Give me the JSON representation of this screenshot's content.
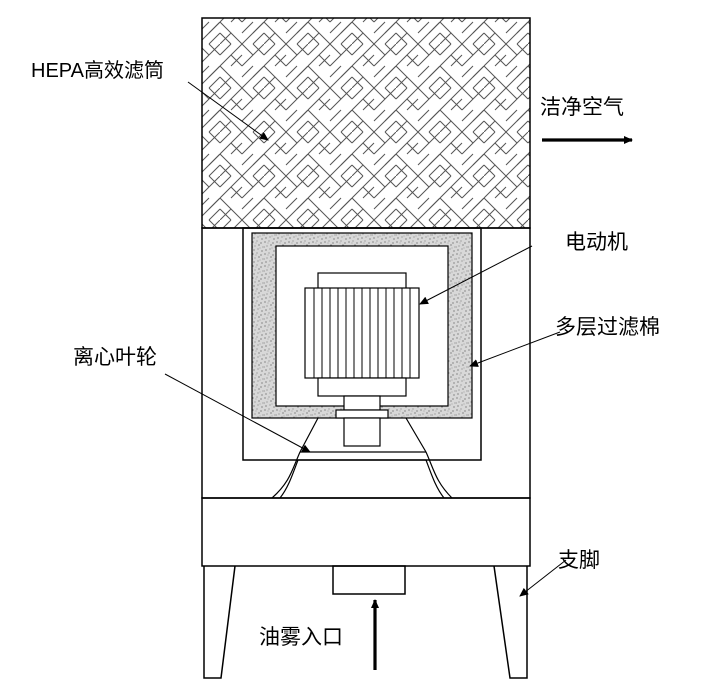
{
  "labels": {
    "hepa": "HEPA高效滤筒",
    "clean_air": "洁净空气",
    "motor": "电动机",
    "filter": "多层过滤棉",
    "impeller": "离心叶轮",
    "legs": "支脚",
    "inlet": "油雾入口"
  },
  "colors": {
    "line": "#000000",
    "background": "#ffffff",
    "filter_texture": "#555555"
  }
}
